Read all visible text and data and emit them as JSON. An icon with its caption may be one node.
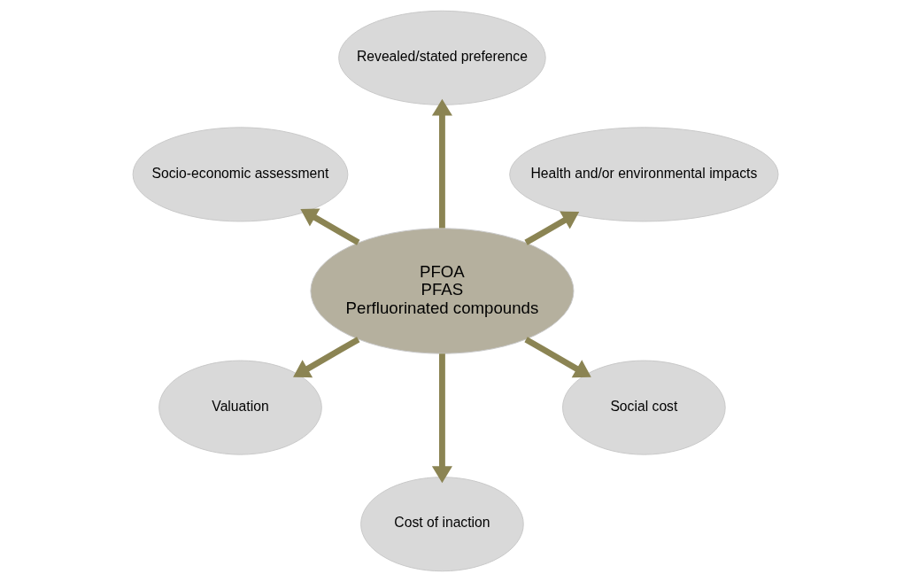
{
  "diagram": {
    "nodes": [
      {
        "text": [
          "Health and/or environmental impacts"
        ]
      },
      {
        "text": [
          "Revealed/stated preference"
        ]
      },
      {
        "text": [
          "Socio-economic assessment"
        ]
      },
      {
        "text": [
          "PFOA",
          "PFAS",
          "Perfluorinated compounds"
        ]
      },
      {
        "text": [
          "Valuation"
        ]
      },
      {
        "text": [
          "Cost of inaction"
        ]
      },
      {
        "text": [
          "Social cost"
        ]
      }
    ],
    "edges": [
      {
        "from": 3,
        "to": 0,
        "arrow": "to"
      },
      {
        "from": 3,
        "to": 2,
        "arrow": "to"
      },
      {
        "from": 3,
        "to": 4,
        "arrow": "to"
      },
      {
        "from": 3,
        "to": 6,
        "arrow": "to"
      },
      {
        "from": 3,
        "to": 5,
        "arrow": "to"
      },
      {
        "from": 3,
        "to": 1,
        "arrow": "to"
      }
    ]
  }
}
